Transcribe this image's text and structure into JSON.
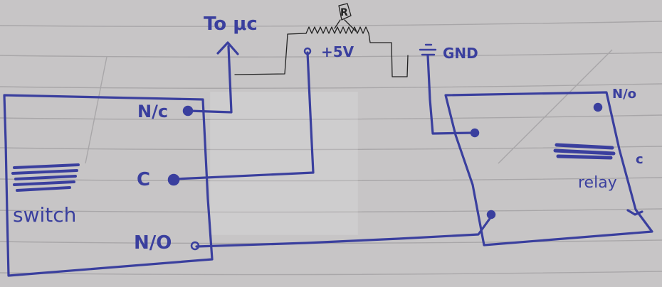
{
  "colors": {
    "paper": "#c7c5c6",
    "ink": "#3a3f9e",
    "rule_line": "#9c9a9c",
    "overlay_line": "#222222",
    "overlay_box": "#f2f2f2"
  },
  "labels": {
    "to_uc": "To μc",
    "plus_5v": "+5V",
    "gnd": "GND",
    "switch_nc": "N/c",
    "switch_c": "C",
    "switch_no": "N/O",
    "switch_name": "switch",
    "relay_no": "N/o",
    "relay_c": "c",
    "relay_name": "relay",
    "resistor_r": "R"
  },
  "icons": {
    "arrow": "arrow-up-icon",
    "resistor": "resistor-zigzag-icon",
    "terminal": "terminal-dot-icon",
    "scribble": "scribble-out-icon"
  }
}
